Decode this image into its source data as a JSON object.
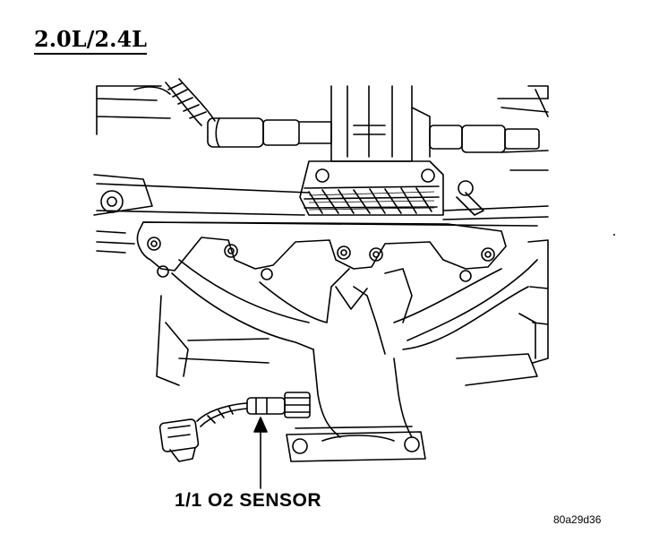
{
  "diagram": {
    "title": "2.0L/2.4L",
    "callout_label": "1/1 O2 SENSOR",
    "figure_code": "80a29d36",
    "line_color": "#000000",
    "background_color": "#ffffff"
  }
}
